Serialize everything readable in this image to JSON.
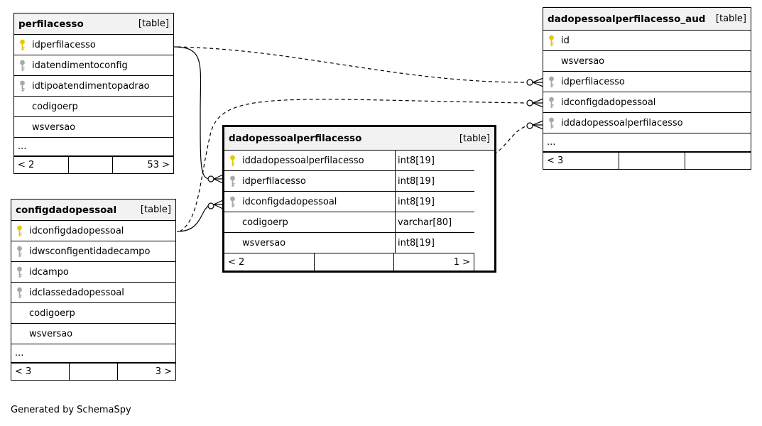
{
  "tables": {
    "perfilacesso": {
      "name": "perfilacesso",
      "type": "[table]",
      "columns": [
        {
          "name": "idperfilacesso",
          "key": "primary"
        },
        {
          "name": "idatendimentoconfig",
          "key": "foreign"
        },
        {
          "name": "idtipoatendimentopadrao",
          "key": "foreign"
        },
        {
          "name": "codigoerp",
          "key": "none"
        },
        {
          "name": "wsversao",
          "key": "none"
        }
      ],
      "ellipsis": "...",
      "footer": [
        "< 2",
        "",
        "53 >"
      ]
    },
    "configdadopessoal": {
      "name": "configdadopessoal",
      "type": "[table]",
      "columns": [
        {
          "name": "idconfigdadopessoal",
          "key": "primary"
        },
        {
          "name": "idwsconfigentidadecampo",
          "key": "foreign"
        },
        {
          "name": "idcampo",
          "key": "foreign"
        },
        {
          "name": "idclassedadopessoal",
          "key": "foreign"
        },
        {
          "name": "codigoerp",
          "key": "none"
        },
        {
          "name": "wsversao",
          "key": "none"
        }
      ],
      "ellipsis": "...",
      "footer": [
        "< 3",
        "",
        "3 >"
      ]
    },
    "dadopessoalperfilacesso": {
      "name": "dadopessoalperfilacesso",
      "type": "[table]",
      "columns": [
        {
          "name": "iddadopessoalperfilacesso",
          "key": "primary",
          "type": "int8[19]"
        },
        {
          "name": "idperfilacesso",
          "key": "foreign",
          "type": "int8[19]"
        },
        {
          "name": "idconfigdadopessoal",
          "key": "foreign",
          "type": "int8[19]"
        },
        {
          "name": "codigoerp",
          "key": "none",
          "type": "varchar[80]"
        },
        {
          "name": "wsversao",
          "key": "none",
          "type": "int8[19]"
        }
      ],
      "footer": [
        "< 2",
        "",
        "1 >"
      ]
    },
    "dadopessoalperfilacesso_aud": {
      "name": "dadopessoalperfilacesso_aud",
      "type": "[table]",
      "columns": [
        {
          "name": "id",
          "key": "primary"
        },
        {
          "name": "wsversao",
          "key": "none"
        },
        {
          "name": "idperfilacesso",
          "key": "foreign"
        },
        {
          "name": "idconfigdadopessoal",
          "key": "foreign"
        },
        {
          "name": "iddadopessoalperfilacesso",
          "key": "foreign"
        }
      ],
      "ellipsis": "...",
      "footer": [
        "< 3",
        "",
        ""
      ]
    }
  },
  "key_icons": {
    "primary": "gold-key-icon",
    "foreign": "grey-key-icon"
  },
  "colors": {
    "primary_key": "#e6c800",
    "foreign_key": "#a8a8a8",
    "header_bg": "#f2f2f2"
  },
  "generated_by": "Generated by SchemaSpy"
}
